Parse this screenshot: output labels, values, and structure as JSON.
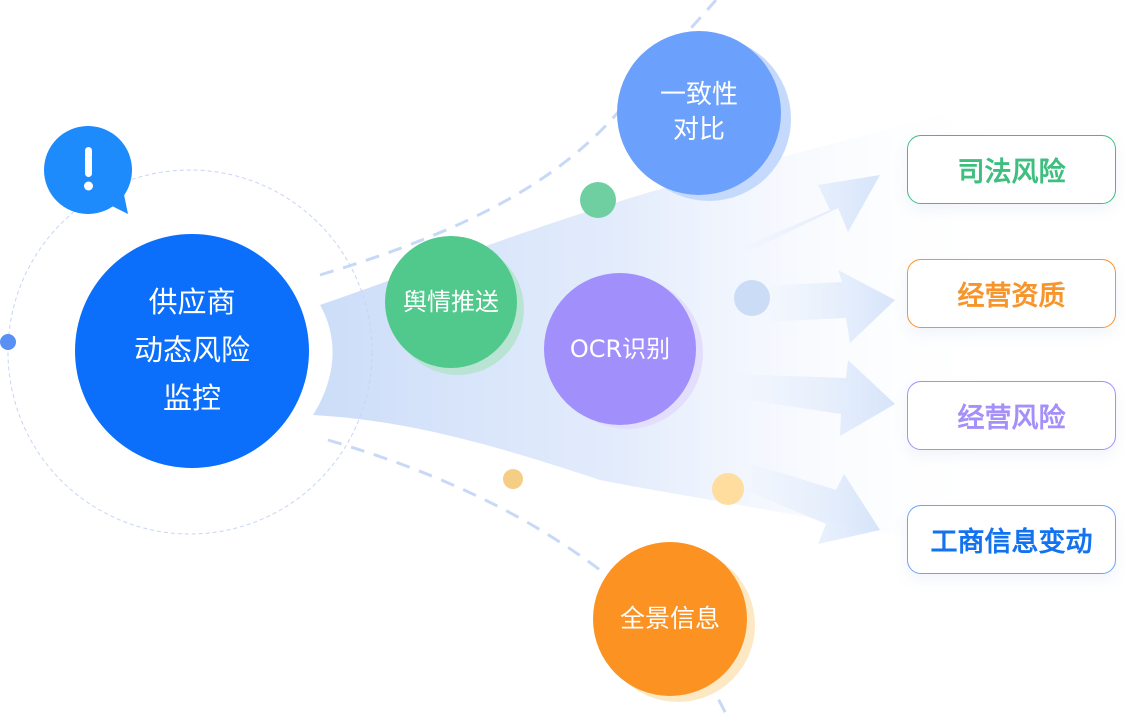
{
  "center_node": {
    "label": "供应商\n动态风险\n监控",
    "color": "#0b6ffc"
  },
  "alert_icon": {
    "name": "exclamation-bubble-icon",
    "color": "#1e8bfd"
  },
  "process_nodes": [
    {
      "id": "sentiment",
      "label": "舆情推送",
      "color": "#52c98c",
      "shadow": "#b9e4d4"
    },
    {
      "id": "consistency",
      "label": "一致性\n对比",
      "color": "#6ba1fc",
      "shadow": "#c5d9fd"
    },
    {
      "id": "ocr",
      "label": "OCR识别",
      "color": "#a18ffc",
      "shadow": "#e4defd"
    },
    {
      "id": "panorama",
      "label": "全景信息",
      "color": "#fb9221",
      "shadow": "#fde8c4"
    }
  ],
  "decor_dots": {
    "green": "#6fcfa0",
    "light_blue": "#cbdcf7",
    "amber": "#f5c470",
    "pale_orange": "#fedd9f",
    "blue": "#5a8ff5"
  },
  "result_tags": [
    {
      "id": "judicial",
      "label": "司法风险",
      "color": "#3fbf7f"
    },
    {
      "id": "qualification",
      "label": "经营资质",
      "color": "#f7942a"
    },
    {
      "id": "operation",
      "label": "经营风险",
      "color": "#a58ff8"
    },
    {
      "id": "business-change",
      "label": "工商信息变动",
      "color": "#1372f0"
    }
  ],
  "theme": {
    "beam": "#c9dbf8",
    "dash": "#c7d9f7",
    "arrow": "#dce8fb"
  }
}
